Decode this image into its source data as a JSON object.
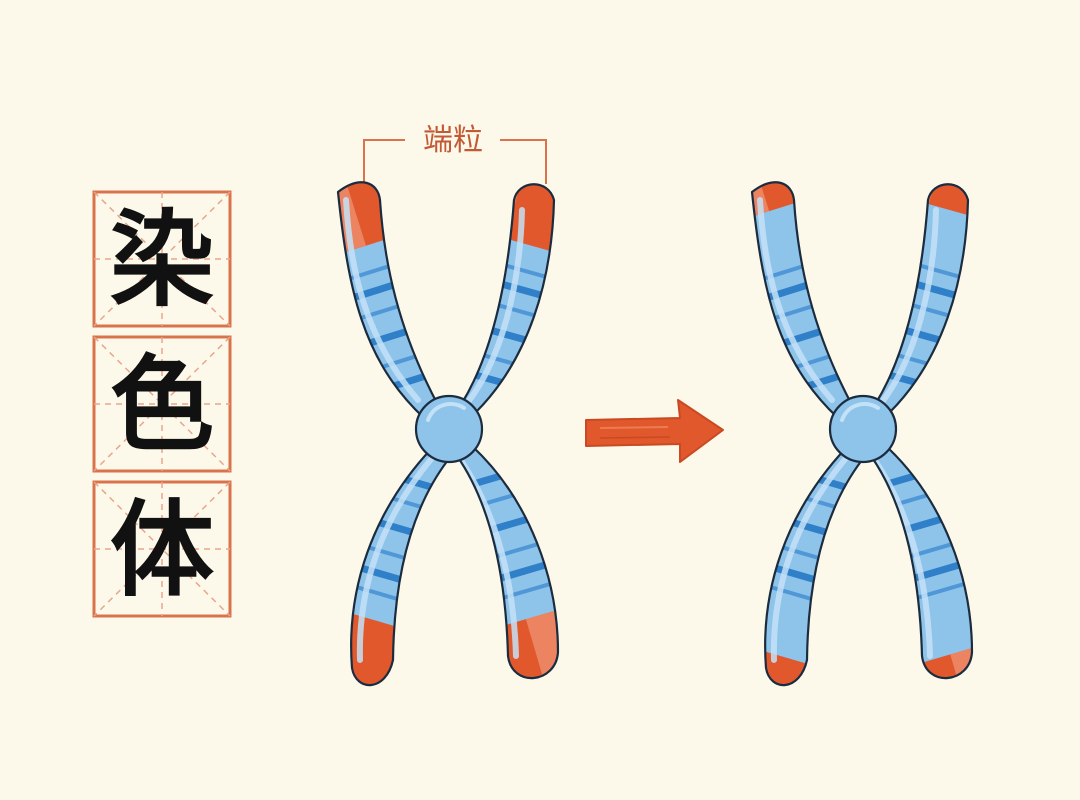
{
  "title_chars": [
    "染",
    "色",
    "体"
  ],
  "telomere_label": "端粒",
  "colors": {
    "background": "#fdf9ea",
    "frame": "#d9734c",
    "guide": "#e9a58c",
    "title_text": "#111111",
    "arm_blue": "#8ec3ea",
    "band_blue": "#2f80c8",
    "highlight_blue": "#c4e2f7",
    "outline": "#1c2c3f",
    "telomere": "#e0582b",
    "telomere_light": "#f5a88e",
    "arrow": "#e0582b",
    "label": "#c25a36"
  },
  "chromosomes": [
    {
      "name": "long-telomeres",
      "telomere_fraction": 0.27
    },
    {
      "name": "short-telomeres",
      "telomere_fraction": 0.12
    }
  ],
  "icons": {
    "arrow": "right-arrow-icon"
  }
}
